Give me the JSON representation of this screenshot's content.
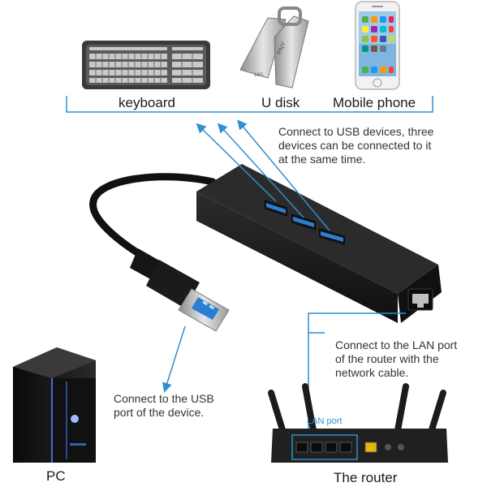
{
  "devices": {
    "keyboard_label": "keyboard",
    "udisk_label": "U disk",
    "udisk_brand": "PNY",
    "udisk_capacity": "16G",
    "phone_label": "Mobile phone"
  },
  "notes": {
    "usb_line1": "Connect to USB devices, three",
    "usb_line2": "devices can be connected to it",
    "usb_line3": "at the same time.",
    "lan_line1": "Connect to the LAN port",
    "lan_line2": "of the router with the",
    "lan_line3": "network cable.",
    "pc_line1": "Connect to the USB",
    "pc_line2": "port of the device."
  },
  "bottom": {
    "pc_label": "PC",
    "router_label": "The router",
    "lan_port_label": "LAN port"
  },
  "colors": {
    "accent_blue": "#2f8fd0",
    "hub_black": "#1b1b1b",
    "usb_port_blue": "#2a7fd4"
  }
}
